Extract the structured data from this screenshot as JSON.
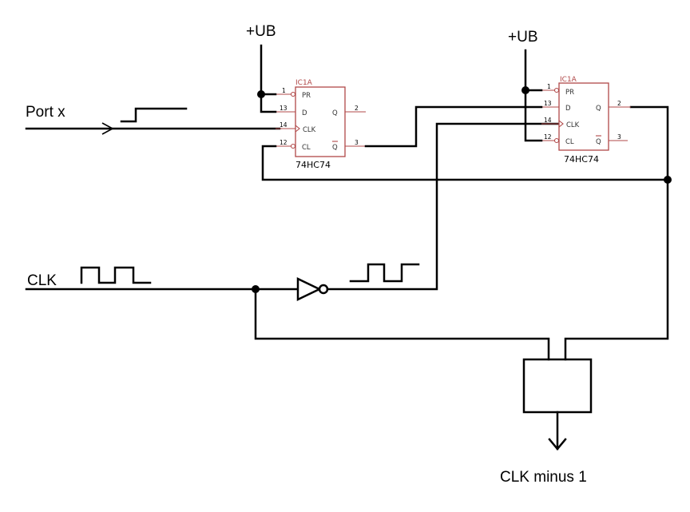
{
  "labels": {
    "supply_left": "+UB",
    "supply_right": "+UB",
    "port_input": "Port x",
    "clk_input": "CLK",
    "and_symbol": "&",
    "output": "CLK minus 1"
  },
  "flipflops": [
    {
      "ref": "IC1A",
      "type": "74HC74",
      "pins": {
        "pr": {
          "num": "1",
          "name": "PR"
        },
        "d": {
          "num": "13",
          "name": "D"
        },
        "clk": {
          "num": "14",
          "name": "CLK"
        },
        "cl": {
          "num": "12",
          "name": "CL"
        },
        "q": {
          "num": "2",
          "name": "Q"
        },
        "qbar": {
          "num": "3",
          "name": "Q"
        }
      }
    },
    {
      "ref": "IC1A",
      "type": "74HC74",
      "pins": {
        "pr": {
          "num": "1",
          "name": "PR"
        },
        "d": {
          "num": "13",
          "name": "D"
        },
        "clk": {
          "num": "14",
          "name": "CLK"
        },
        "cl": {
          "num": "12",
          "name": "CL"
        },
        "q": {
          "num": "2",
          "name": "Q"
        },
        "qbar": {
          "num": "3",
          "name": "Q"
        }
      }
    }
  ]
}
